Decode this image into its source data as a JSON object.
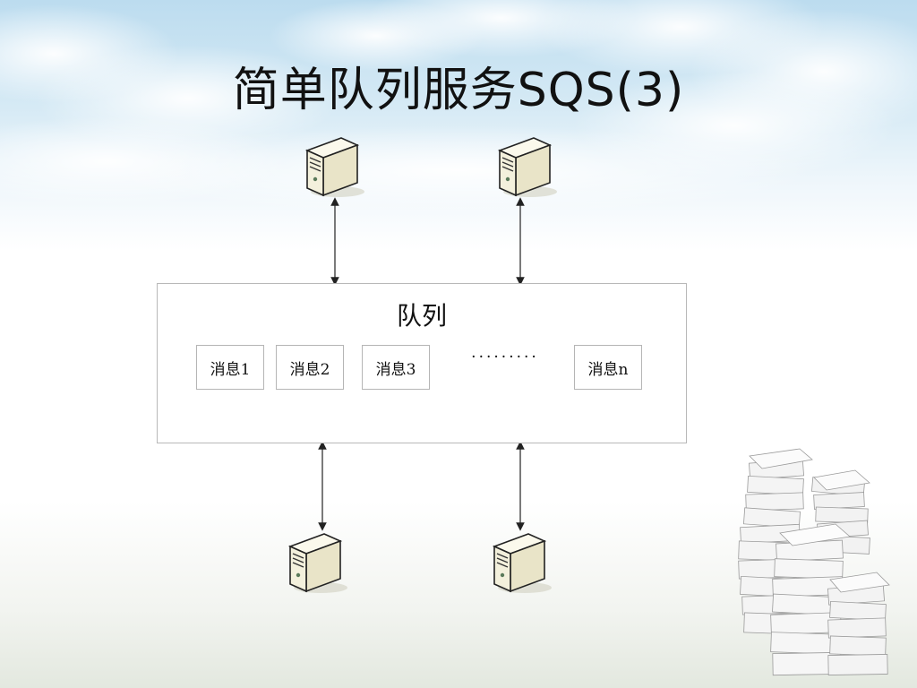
{
  "title": "简单队列服务SQS(3)",
  "queue": {
    "label": "队列",
    "messages": [
      "消息1",
      "消息2",
      "消息3",
      "消息n"
    ],
    "ellipsis": "·········"
  },
  "colors": {
    "sky": "#bcdcef",
    "box_border": "#b8b8b8",
    "arrow": "#222222",
    "server_body": "#f2efdc"
  },
  "icons": {
    "server": "server-icon",
    "decoration": "paper-stack-icon"
  }
}
